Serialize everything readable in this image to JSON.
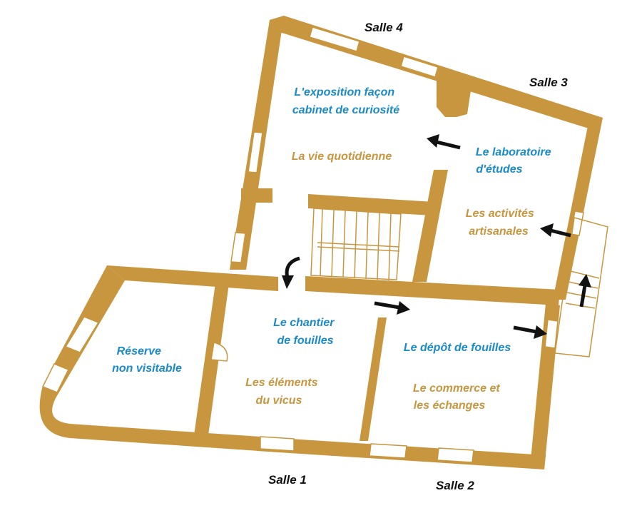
{
  "rooms": {
    "salle_1": "Salle 1",
    "salle_2": "Salle 2",
    "salle_3": "Salle 3",
    "salle_4": "Salle 4"
  },
  "zones": {
    "exposition": [
      "L'exposition façon",
      "cabinet de curiosité"
    ],
    "vie_quotidienne": [
      "La vie quotidienne"
    ],
    "laboratoire": [
      "Le laboratoire",
      "d'études"
    ],
    "activites": [
      "Les activités",
      "artisanales"
    ],
    "chantier": [
      "Le chantier",
      "de fouilles"
    ],
    "elements": [
      "Les éléments",
      "du vicus"
    ],
    "reserve": [
      "Réserve",
      "non visitable"
    ],
    "depot": [
      "Le dépôt de fouilles"
    ],
    "commerce": [
      "Le commerce et",
      "les échanges"
    ]
  },
  "colors": {
    "walls": "#c8963e",
    "text_blue": "#1a8ac8",
    "text_orange": "#c8963e",
    "arrows": "#111111"
  }
}
